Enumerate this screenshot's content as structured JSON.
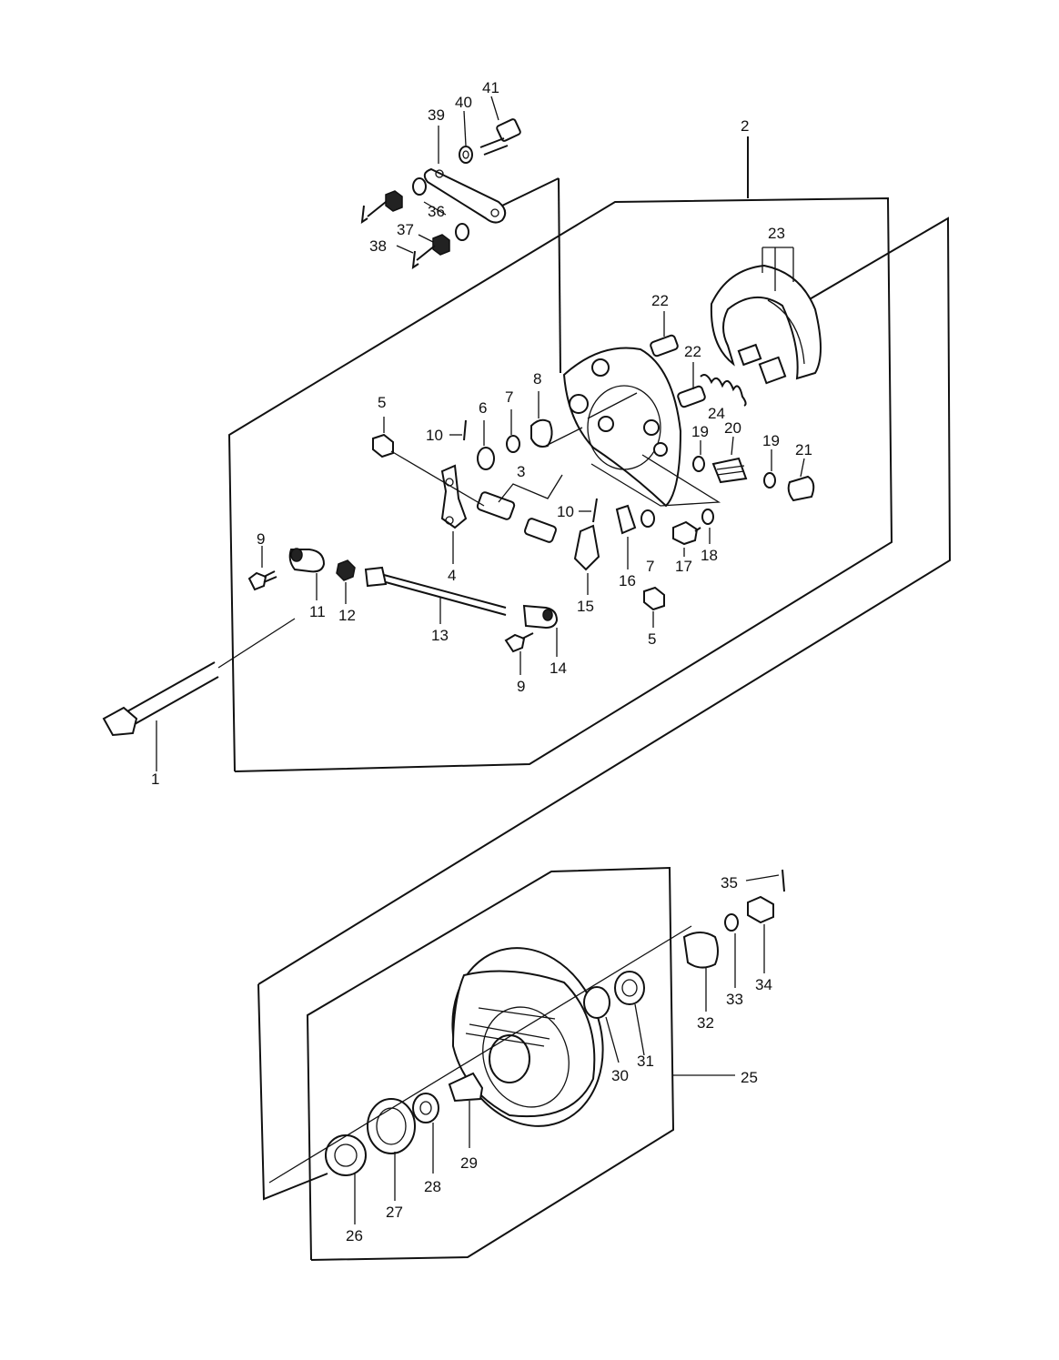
{
  "labels": {
    "l1": "1",
    "l2": "2",
    "l3": "3",
    "l4": "4",
    "l5a": "5",
    "l5b": "5",
    "l6": "6",
    "l7a": "7",
    "l7b": "7",
    "l8": "8",
    "l9a": "9",
    "l9b": "9",
    "l10a": "10",
    "l10b": "10",
    "l11": "11",
    "l12": "12",
    "l13": "13",
    "l14": "14",
    "l15": "15",
    "l16": "16",
    "l17": "17",
    "l18": "18",
    "l19a": "19",
    "l19b": "19",
    "l20": "20",
    "l21": "21",
    "l22a": "22",
    "l22b": "22",
    "l23": "23",
    "l24": "24",
    "l25": "25",
    "l26": "26",
    "l27": "27",
    "l28": "28",
    "l29": "29",
    "l30": "30",
    "l31": "31",
    "l32": "32",
    "l33": "33",
    "l34": "34",
    "l35": "35",
    "l36": "36",
    "l37": "37",
    "l38": "38",
    "l39": "39",
    "l40": "40",
    "l41": "41"
  },
  "colors": {
    "ink": "#111111",
    "paper": "#ffffff"
  }
}
